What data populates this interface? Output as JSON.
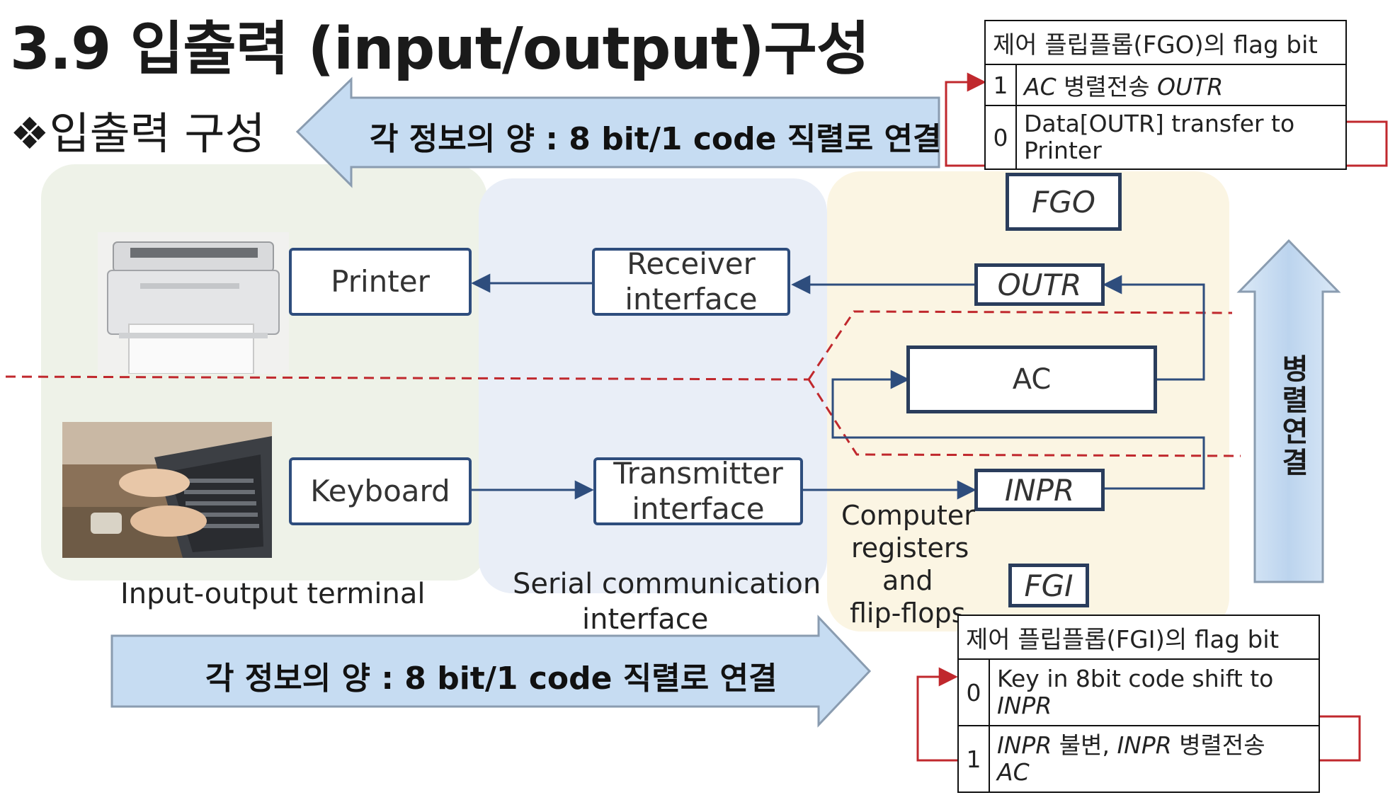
{
  "title": "3.9 입출력 (input/output)구성",
  "subtitle": "❖입출력 구성",
  "arrows": {
    "top_text": "각 정보의 양 : 8 bit/1 code  직렬로 연결",
    "bottom_text": "각 정보의 양 : 8 bit/1 code  직렬로 연결",
    "vertical_text": "병렬연결"
  },
  "devices": {
    "printer": "Printer",
    "keyboard": "Keyboard"
  },
  "interfaces": {
    "receiver": "Receiver interface",
    "transmitter": "Transmitter interface"
  },
  "registers": {
    "fgo": "FGO",
    "outr": "OUTR",
    "ac": "AC",
    "inpr": "INPR",
    "fgi": "FGI"
  },
  "captions": {
    "terminal": "Input-output terminal",
    "serial_1": "Serial communication",
    "serial_2": "interface",
    "computer_1": "Computer",
    "computer_2": "registers",
    "computer_3": "and",
    "computer_4": "flip-flops"
  },
  "fgo_table": {
    "header": "제어 플립플롭(FGO)의 flag bit",
    "row1_bit": "1",
    "row1_ac": "AC",
    "row1_mid": " 병렬전송 ",
    "row1_outr": "OUTR",
    "row2_bit": "0",
    "row2_text": "Data[OUTR] transfer to Printer"
  },
  "fgi_table": {
    "header": "제어 플립플롭(FGI)의 flag bit",
    "row1_bit": "0",
    "row1_text": "Key in 8bit code shift to",
    "row1_inpr": "INPR",
    "row2_bit": "1",
    "row2_inpr1": "INPR",
    "row2_mid1": " 불변, ",
    "row2_inpr2": "INPR",
    "row2_mid2": " 병렬전송",
    "row2_ac": "AC"
  },
  "colors": {
    "box_border": "#2e4d7d",
    "arrow_fill": "#c6dcf2",
    "dashed_line": "#c0282d",
    "feedback_line": "#c0282d",
    "panel_terminal": "#eef2e8",
    "panel_serial": "#e9eef7",
    "panel_computer": "#fbf5e3"
  },
  "icons": {
    "printer": "printer-image",
    "laptop": "laptop-typing-image"
  }
}
